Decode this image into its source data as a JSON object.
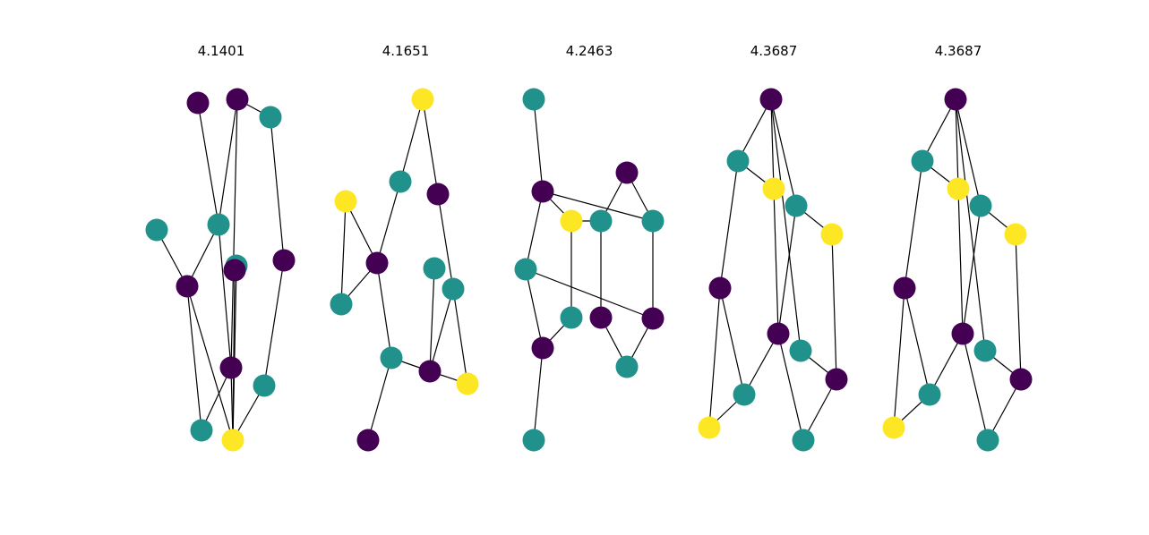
{
  "colors": {
    "purple": "#440154",
    "teal": "#21918c",
    "yellow": "#fde725",
    "edge": "#000000"
  },
  "panels": [
    {
      "title": "4.1401",
      "nodes": [
        {
          "id": 0,
          "color": "purple"
        },
        {
          "id": 1,
          "color": "purple"
        },
        {
          "id": 2,
          "color": "teal"
        },
        {
          "id": 3,
          "color": "teal"
        },
        {
          "id": 4,
          "color": "teal"
        },
        {
          "id": 5,
          "color": "purple"
        },
        {
          "id": 6,
          "color": "teal"
        },
        {
          "id": 7,
          "color": "purple"
        },
        {
          "id": 8,
          "color": "purple"
        },
        {
          "id": 9,
          "color": "purple"
        },
        {
          "id": 10,
          "color": "teal"
        },
        {
          "id": 11,
          "color": "teal"
        },
        {
          "id": 12,
          "color": "yellow"
        }
      ],
      "edges": [
        [
          0,
          4
        ],
        [
          1,
          2
        ],
        [
          1,
          4
        ],
        [
          1,
          9
        ],
        [
          2,
          5
        ],
        [
          3,
          7
        ],
        [
          4,
          7
        ],
        [
          4,
          9
        ],
        [
          6,
          12
        ],
        [
          8,
          12
        ],
        [
          5,
          10
        ],
        [
          7,
          11
        ],
        [
          7,
          12
        ],
        [
          9,
          11
        ],
        [
          9,
          12
        ],
        [
          10,
          12
        ]
      ]
    },
    {
      "title": "4.1651",
      "nodes": [
        {
          "id": 0,
          "color": "yellow"
        },
        {
          "id": 1,
          "color": "teal"
        },
        {
          "id": 2,
          "color": "purple"
        },
        {
          "id": 3,
          "color": "yellow"
        },
        {
          "id": 4,
          "color": "purple"
        },
        {
          "id": 5,
          "color": "teal"
        },
        {
          "id": 6,
          "color": "teal"
        },
        {
          "id": 7,
          "color": "teal"
        },
        {
          "id": 8,
          "color": "teal"
        },
        {
          "id": 9,
          "color": "purple"
        },
        {
          "id": 10,
          "color": "yellow"
        },
        {
          "id": 11,
          "color": "purple"
        }
      ],
      "edges": [
        [
          0,
          1
        ],
        [
          0,
          2
        ],
        [
          1,
          4
        ],
        [
          3,
          4
        ],
        [
          3,
          5
        ],
        [
          4,
          5
        ],
        [
          4,
          8
        ],
        [
          2,
          7
        ],
        [
          6,
          9
        ],
        [
          7,
          9
        ],
        [
          7,
          10
        ],
        [
          8,
          9
        ],
        [
          9,
          10
        ],
        [
          8,
          11
        ]
      ]
    },
    {
      "title": "4.2463",
      "nodes": [
        {
          "id": 0,
          "color": "teal"
        },
        {
          "id": 1,
          "color": "purple"
        },
        {
          "id": 2,
          "color": "purple"
        },
        {
          "id": 3,
          "color": "yellow"
        },
        {
          "id": 4,
          "color": "teal"
        },
        {
          "id": 5,
          "color": "teal"
        },
        {
          "id": 6,
          "color": "teal"
        },
        {
          "id": 7,
          "color": "teal"
        },
        {
          "id": 8,
          "color": "purple"
        },
        {
          "id": 9,
          "color": "purple"
        },
        {
          "id": 10,
          "color": "purple"
        },
        {
          "id": 11,
          "color": "teal"
        },
        {
          "id": 12,
          "color": "teal"
        }
      ],
      "edges": [
        [
          0,
          1
        ],
        [
          1,
          3
        ],
        [
          1,
          5
        ],
        [
          1,
          6
        ],
        [
          2,
          4
        ],
        [
          2,
          5
        ],
        [
          3,
          4
        ],
        [
          3,
          7
        ],
        [
          4,
          8
        ],
        [
          5,
          9
        ],
        [
          6,
          9
        ],
        [
          6,
          10
        ],
        [
          7,
          10
        ],
        [
          8,
          11
        ],
        [
          9,
          11
        ],
        [
          10,
          12
        ]
      ]
    },
    {
      "title": "4.3687",
      "nodes": [
        {
          "id": 0,
          "color": "purple"
        },
        {
          "id": 1,
          "color": "teal"
        },
        {
          "id": 2,
          "color": "yellow"
        },
        {
          "id": 3,
          "color": "teal"
        },
        {
          "id": 4,
          "color": "yellow"
        },
        {
          "id": 5,
          "color": "purple"
        },
        {
          "id": 6,
          "color": "purple"
        },
        {
          "id": 7,
          "color": "teal"
        },
        {
          "id": 8,
          "color": "purple"
        },
        {
          "id": 9,
          "color": "teal"
        },
        {
          "id": 10,
          "color": "yellow"
        },
        {
          "id": 11,
          "color": "teal"
        }
      ],
      "edges": [
        [
          0,
          1
        ],
        [
          0,
          2
        ],
        [
          0,
          3
        ],
        [
          0,
          7
        ],
        [
          1,
          2
        ],
        [
          1,
          5
        ],
        [
          2,
          6
        ],
        [
          3,
          4
        ],
        [
          3,
          6
        ],
        [
          4,
          8
        ],
        [
          5,
          9
        ],
        [
          5,
          10
        ],
        [
          6,
          9
        ],
        [
          6,
          11
        ],
        [
          7,
          8
        ],
        [
          8,
          11
        ],
        [
          9,
          10
        ]
      ]
    },
    {
      "title": "4.3687",
      "nodes": [
        {
          "id": 0,
          "color": "purple"
        },
        {
          "id": 1,
          "color": "teal"
        },
        {
          "id": 2,
          "color": "yellow"
        },
        {
          "id": 3,
          "color": "teal"
        },
        {
          "id": 4,
          "color": "yellow"
        },
        {
          "id": 5,
          "color": "purple"
        },
        {
          "id": 6,
          "color": "purple"
        },
        {
          "id": 7,
          "color": "teal"
        },
        {
          "id": 8,
          "color": "purple"
        },
        {
          "id": 9,
          "color": "teal"
        },
        {
          "id": 10,
          "color": "yellow"
        },
        {
          "id": 11,
          "color": "teal"
        }
      ],
      "edges": [
        [
          0,
          1
        ],
        [
          0,
          2
        ],
        [
          0,
          3
        ],
        [
          0,
          7
        ],
        [
          1,
          2
        ],
        [
          1,
          5
        ],
        [
          2,
          6
        ],
        [
          3,
          4
        ],
        [
          3,
          6
        ],
        [
          4,
          8
        ],
        [
          5,
          9
        ],
        [
          5,
          10
        ],
        [
          6,
          9
        ],
        [
          6,
          11
        ],
        [
          7,
          8
        ],
        [
          8,
          11
        ],
        [
          9,
          10
        ]
      ]
    }
  ]
}
